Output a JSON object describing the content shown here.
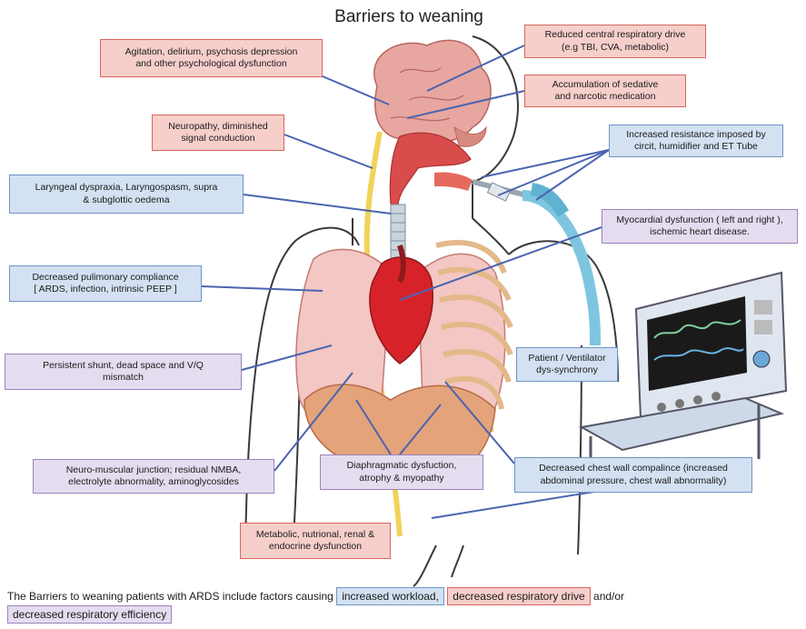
{
  "title": "Barriers to weaning",
  "labels": {
    "agitation": "Agitation, delirium, psychosis depression\nand other psychological dysfunction",
    "central_drive": "Reduced central respiratory drive\n(e.g TBI, CVA, metabolic)",
    "sedative": "Accumulation of sedative\nand narcotic medication",
    "neuropathy": "Neuropathy, diminished\nsignal conduction",
    "resistance": "Increased resistance imposed by\ncircit, humidifier and ET Tube",
    "laryngeal": "Laryngeal dyspraxia, Laryngospasm, supra\n& subglottic oedema",
    "myocardial": "Myocardial dysfunction ( left and right ),\nischemic heart disease.",
    "compliance": "Decreased pulimonary compliance\n[ ARDS, infection, intrinsic PEEP ]",
    "shunt": "Persistent shunt, dead space and V/Q\nmismatch",
    "dyssync": "Patient / Ventilator\ndys-synchrony",
    "nmj": "Neuro-muscular junction; residual NMBA,\nelectrolyte abnormality, aminoglycosides",
    "diaphragm": "Diaphragmatic dysfuction,\natrophy & myopathy",
    "chest_wall": "Decreased chest wall compalince (increased\nabdominal pressure, chest wall abnormality)",
    "metabolic": "Metabolic, nutrional, renal &\nendocrine dysfunction"
  },
  "caption": {
    "lead": "The Barriers to weaning patients with ARDS include factors causing",
    "workload": "increased workload,",
    "drive": "decreased respiratory drive",
    "joiner": "and/or",
    "efficiency": "decreased respiratory efficiency"
  },
  "colors": {
    "drive": "#f6cfcb",
    "workload": "#d3e1f2",
    "efficiency": "#e5dcef",
    "connector": "#4a64b0"
  }
}
